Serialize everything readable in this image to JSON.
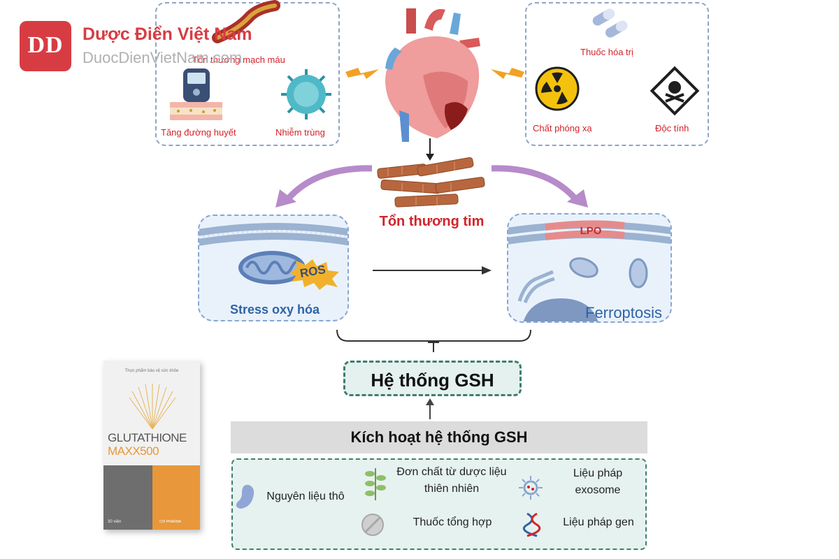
{
  "watermark": {
    "logo_letters": "DD",
    "name": "Dược Điển Việt Nam",
    "site": "DuocDienVietNam.com"
  },
  "causes_left": {
    "vascular": "Tổn thương mạch máu",
    "hyperglycemia": "Tăng đường huyết",
    "infection": "Nhiễm trùng"
  },
  "causes_right": {
    "chemo": "Thuốc hóa trị",
    "radiation": "Chất phóng xạ",
    "toxicity": "Độc tính"
  },
  "heart_injury": "Tổn thương tim",
  "left_cell": {
    "ros": "ROS",
    "label": "Stress oxy hóa"
  },
  "right_cell": {
    "lpo": "LPO",
    "label": "Ferroptosis"
  },
  "gsh_system": "Hệ thống GSH",
  "activate": "Kích hoạt hệ thống GSH",
  "methods": {
    "raw": "Nguyên liệu thô",
    "natural": "Đơn chất từ dược liệu thiên nhiên",
    "exosome": "Liệu pháp exosome",
    "synthetic": "Thuốc tổng hợp",
    "gene": "Liệu pháp gen"
  },
  "product": {
    "tagline": "Thực phẩm bảo vệ sức khỏe",
    "brand_top": "GLUTATHIONE",
    "brand_bottom": "MAXX500",
    "count": "30 viên",
    "maker": "CVI PHARMA"
  },
  "colors": {
    "red": "#d2232a",
    "blue_text": "#2f63a6",
    "gsh_border": "#3f7d6d",
    "purple": "#b68bc9",
    "product_orange": "#e8973a"
  }
}
